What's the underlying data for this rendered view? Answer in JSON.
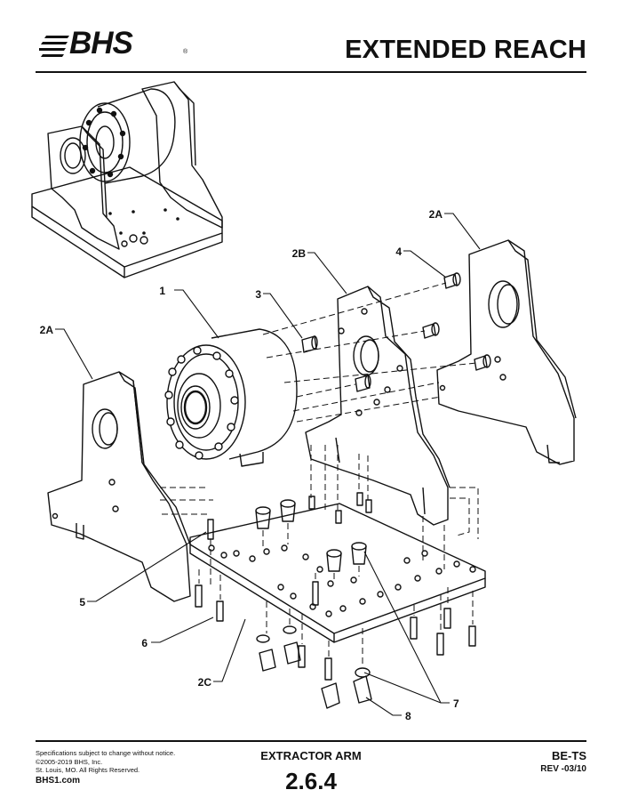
{
  "header": {
    "logo_text": "BHS",
    "logo_mark": "®",
    "title": "EXTENDED REACH"
  },
  "diagram": {
    "callouts": [
      "1",
      "2A",
      "2A",
      "2B",
      "2C",
      "3",
      "4",
      "5",
      "6",
      "7",
      "8"
    ]
  },
  "footer": {
    "disclaimer": "Specifications subject to change without notice.",
    "copyright": "©2005-2019 BHS, Inc.",
    "address": "St. Louis, MO.  All Rights Reserved.",
    "website": "BHS1.com",
    "section_name": "EXTRACTOR ARM",
    "section_number": "2.6.4",
    "doc_code": "BE-TS",
    "revision": "REV -03/10"
  }
}
